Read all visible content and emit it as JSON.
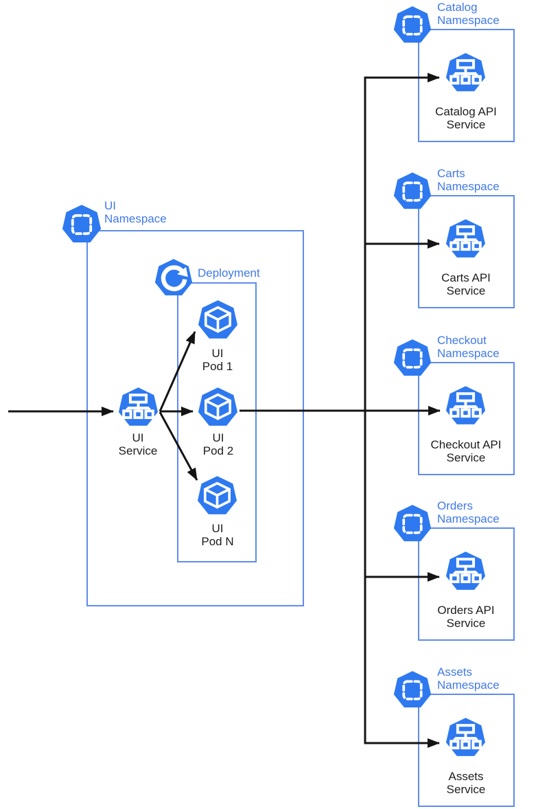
{
  "colors": {
    "icon_blue": "#2E79EF",
    "border_blue": "#5E8BEE",
    "title_blue": "#4079E8",
    "text_dark": "#1D1D1F",
    "arrow": "#141414",
    "background": "#FFFFFF"
  },
  "left": {
    "namespace_label": "UI\nNamespace",
    "deployment_label": "Deployment",
    "service": {
      "label": "UI\nService"
    },
    "pods": [
      {
        "label": "UI\nPod 1"
      },
      {
        "label": "UI\nPod 2"
      },
      {
        "label": "UI\nPod N"
      }
    ]
  },
  "right_namespaces": [
    {
      "title": "Catalog\nNamespace",
      "service_label": "Catalog API\nService"
    },
    {
      "title": "Carts\nNamespace",
      "service_label": "Carts API\nService"
    },
    {
      "title": "Checkout\nNamespace",
      "service_label": "Checkout API\nService"
    },
    {
      "title": "Orders\nNamespace",
      "service_label": "Orders API\nService"
    },
    {
      "title": "Assets\nNamespace",
      "service_label": "Assets\nService"
    }
  ],
  "icon_legend": {
    "namespace": "kubernetes-namespace-icon",
    "service": "kubernetes-service-icon",
    "pod": "kubernetes-pod-icon",
    "deployment": "kubernetes-deployment-icon"
  }
}
